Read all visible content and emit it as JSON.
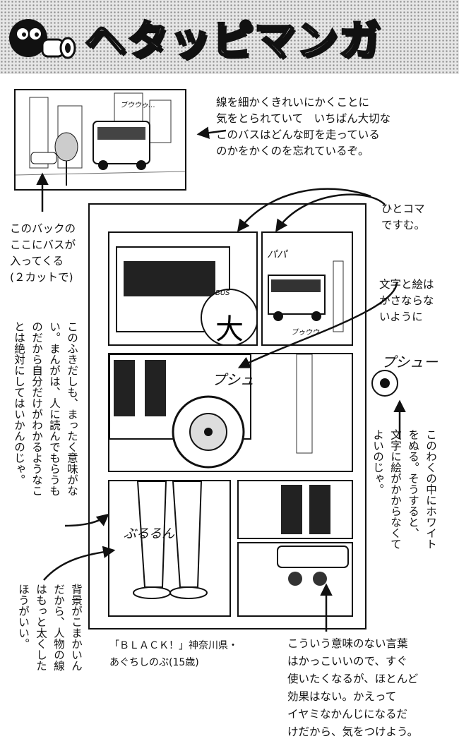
{
  "header": {
    "title": "ヘタッピマンガ"
  },
  "notes": {
    "bus_street": "線を細かくきれいにかくことに\n気をとられていて　いちばん大切な\nこのバスはどんな町を走っている\nのかをかくのを忘れているぞ。",
    "one_panel": "ひとコマ\nですむ。",
    "background_bus": "このバックの\nここにバスが\n入ってくる\n(２カットで)",
    "text_overlap": "文字と絵は\nかさならな\nいように",
    "balloon_meaning": "このふきだしも、まったく意味がな\nい。まんがは、人に読んでもらうも\nのだから自分だけがわかるようなこ\nとは絶対にしてはいかんのじゃ。",
    "white_box": "このわくの中にホワイト\nをぬる。そうすると、\n文字に絵がかからなくて\nよいのじゃ。",
    "bg_lines": "背景がこまかいん\nだから、人物の線\nはもっと太くした\nほうがいい。",
    "meaningless_words": "こういう意味のない言葉\nはかっこいいので、すぐ\n使いたくなるが、ほとんど\n効果はない。かえって\nイヤミなかんじになるだ\nけだから、気をつけよう。"
  },
  "credit": "「ＢＬＡＣＫ！」神奈川県・\nあぐちしのぶ(15歳)",
  "sfx": {
    "top_bus": "ブウウゥ…",
    "papa": "パパ",
    "bus_label": "BUS",
    "bu": "ブゥウウ",
    "pushu_panel": "プシュ",
    "pushu_side": "プシュー",
    "burun": "ぶるるん"
  }
}
